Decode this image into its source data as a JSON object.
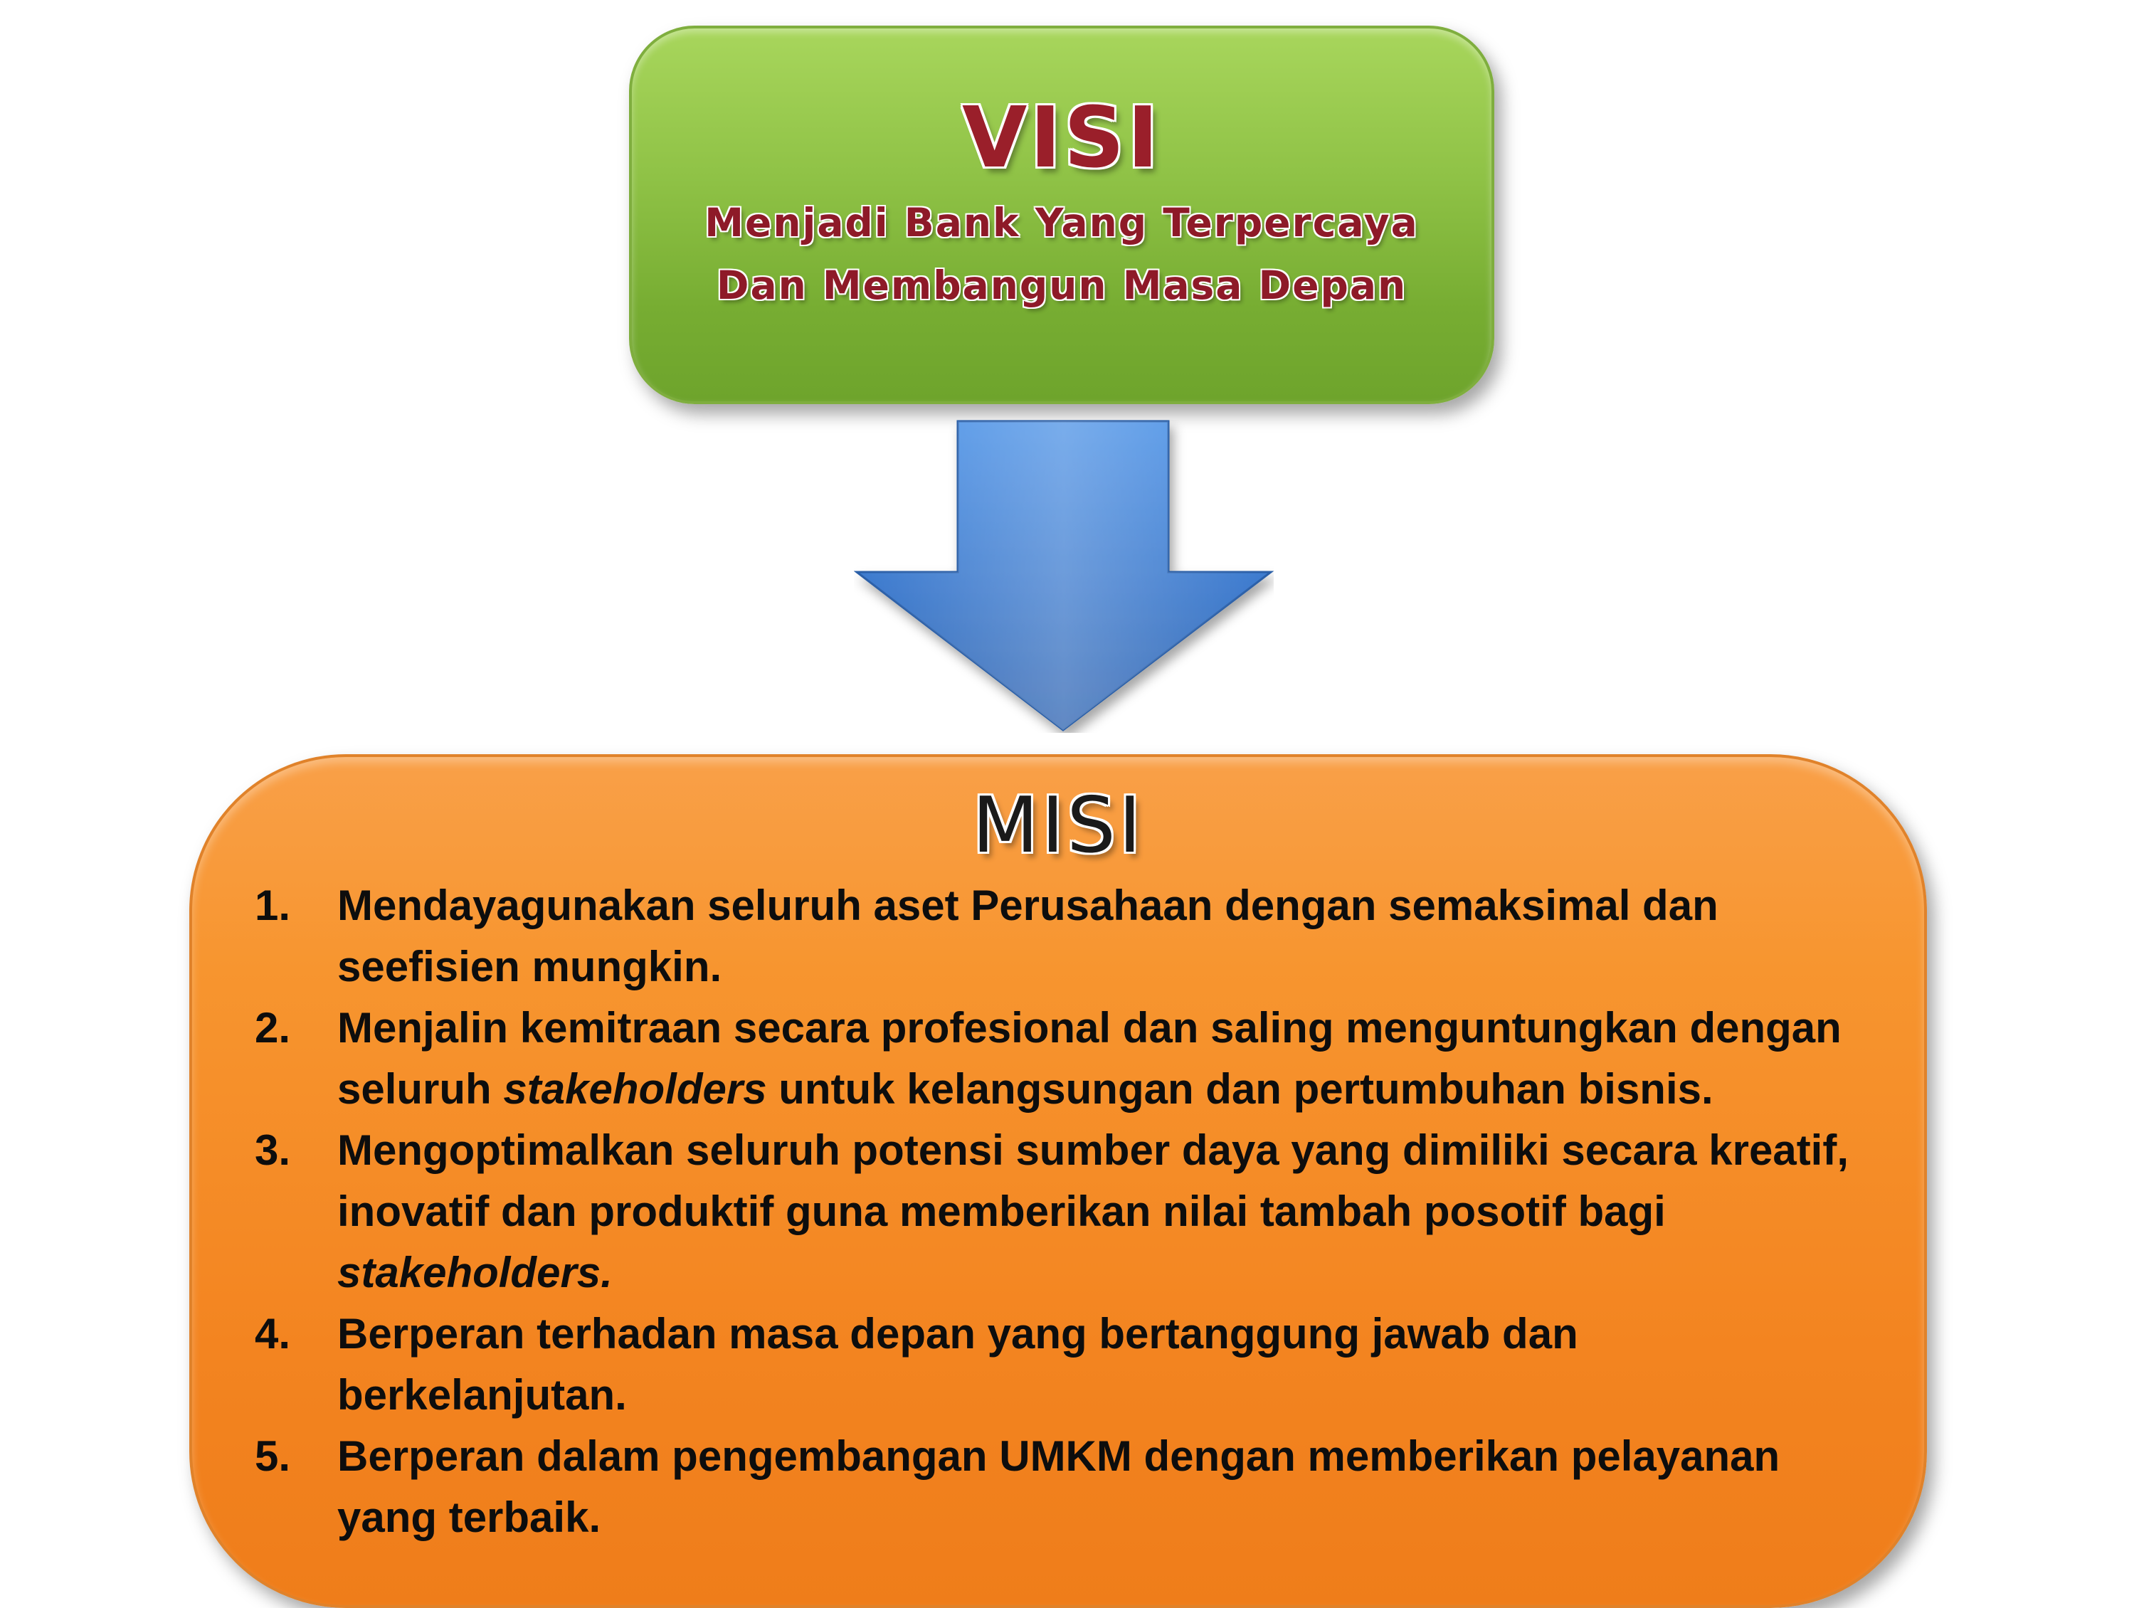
{
  "visi": {
    "title": "VISI",
    "line1": "Menjadi Bank Yang Terpercaya",
    "line2": "Dan Membangun Masa Depan"
  },
  "misi": {
    "title": "MISI",
    "items": [
      {
        "num": "1.",
        "line1": "Mendayagunakan seluruh aset Perusahaan dengan semaksimal dan",
        "line2": "seefisien mungkin."
      },
      {
        "num": "2.",
        "line1": "Menjalin kemitraan secara profesional dan saling menguntungkan dengan",
        "line2_before": "seluruh ",
        "line2_italic": "stakeholders",
        "line2_after": " untuk kelangsungan dan pertumbuhan bisnis."
      },
      {
        "num": "3.",
        "line1": "Mengoptimalkan seluruh potensi sumber daya yang dimiliki secara kreatif,",
        "line2": "inovatif dan produktif guna memberikan nilai tambah posotif bagi",
        "line3_italic": "stakeholders."
      },
      {
        "num": "4.",
        "line1": "Berperan terhadan masa depan yang bertanggung jawab dan",
        "line2": "berkelanjutan."
      },
      {
        "num": "5.",
        "line1": "Berperan dalam pengembangan UMKM dengan memberikan pelayanan",
        "line2": "yang terbaik."
      }
    ]
  },
  "colors": {
    "visi_box": "#8fc246",
    "visi_text": "#9a1f2a",
    "arrow": "#3f7fd4",
    "misi_box": "#f7952f",
    "misi_text": "#0d0d0d"
  }
}
